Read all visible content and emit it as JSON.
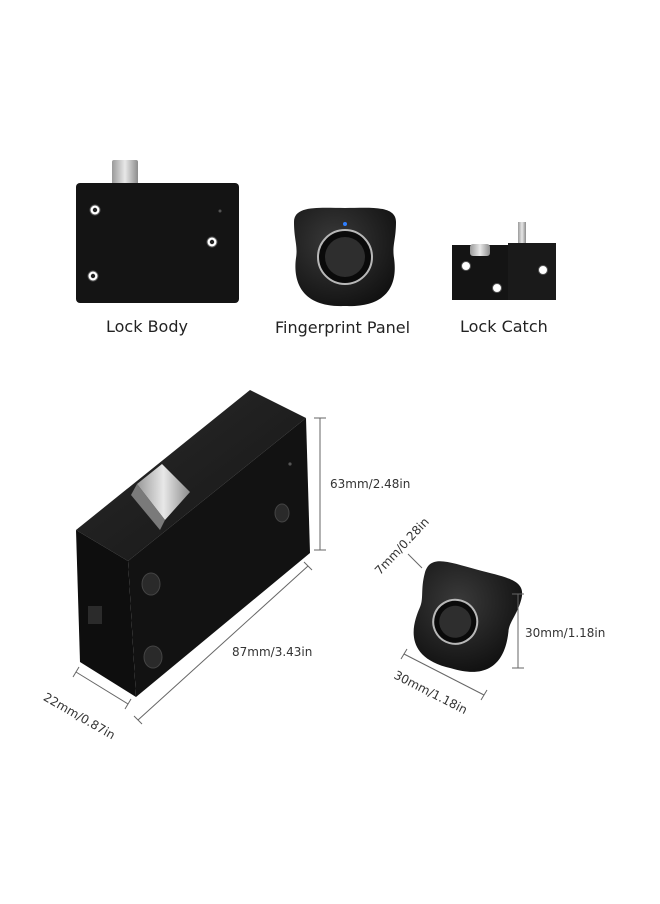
{
  "components": {
    "lock_body_label": "Lock Body",
    "fingerprint_panel_label": "Fingerprint Panel",
    "lock_catch_label": "Lock Catch"
  },
  "dimensions": {
    "body_height": "63mm/2.48in",
    "body_length": "87mm/3.43in",
    "body_depth": "22mm/0.87in",
    "panel_thickness": "7mm/0.28in",
    "panel_height": "30mm/1.18in",
    "panel_width": "30mm/1.18in"
  },
  "colors": {
    "product": "#111111",
    "metal": "#c8c8c8",
    "indicator": "#2f7fff",
    "dimension_line": "#666666"
  }
}
